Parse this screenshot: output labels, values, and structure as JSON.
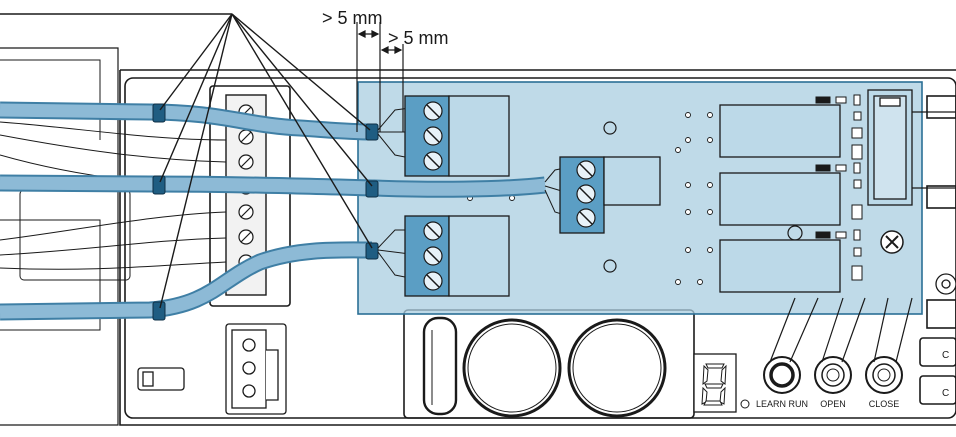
{
  "dimensions": {
    "gap_label_1": "> 5 mm",
    "gap_label_2": "> 5 mm"
  },
  "buttons": {
    "learn_run": "LEARN RUN",
    "open": "OPEN",
    "close": "CLOSE"
  },
  "edge_labels": {
    "c1": "C",
    "c2": "C"
  },
  "colors": {
    "board_overlay": "#a9cde0",
    "cable": "#6fa5c8",
    "cable_dark": "#3f7fa5",
    "terminal": "#5b9ec4",
    "line": "#1a1a1a"
  }
}
